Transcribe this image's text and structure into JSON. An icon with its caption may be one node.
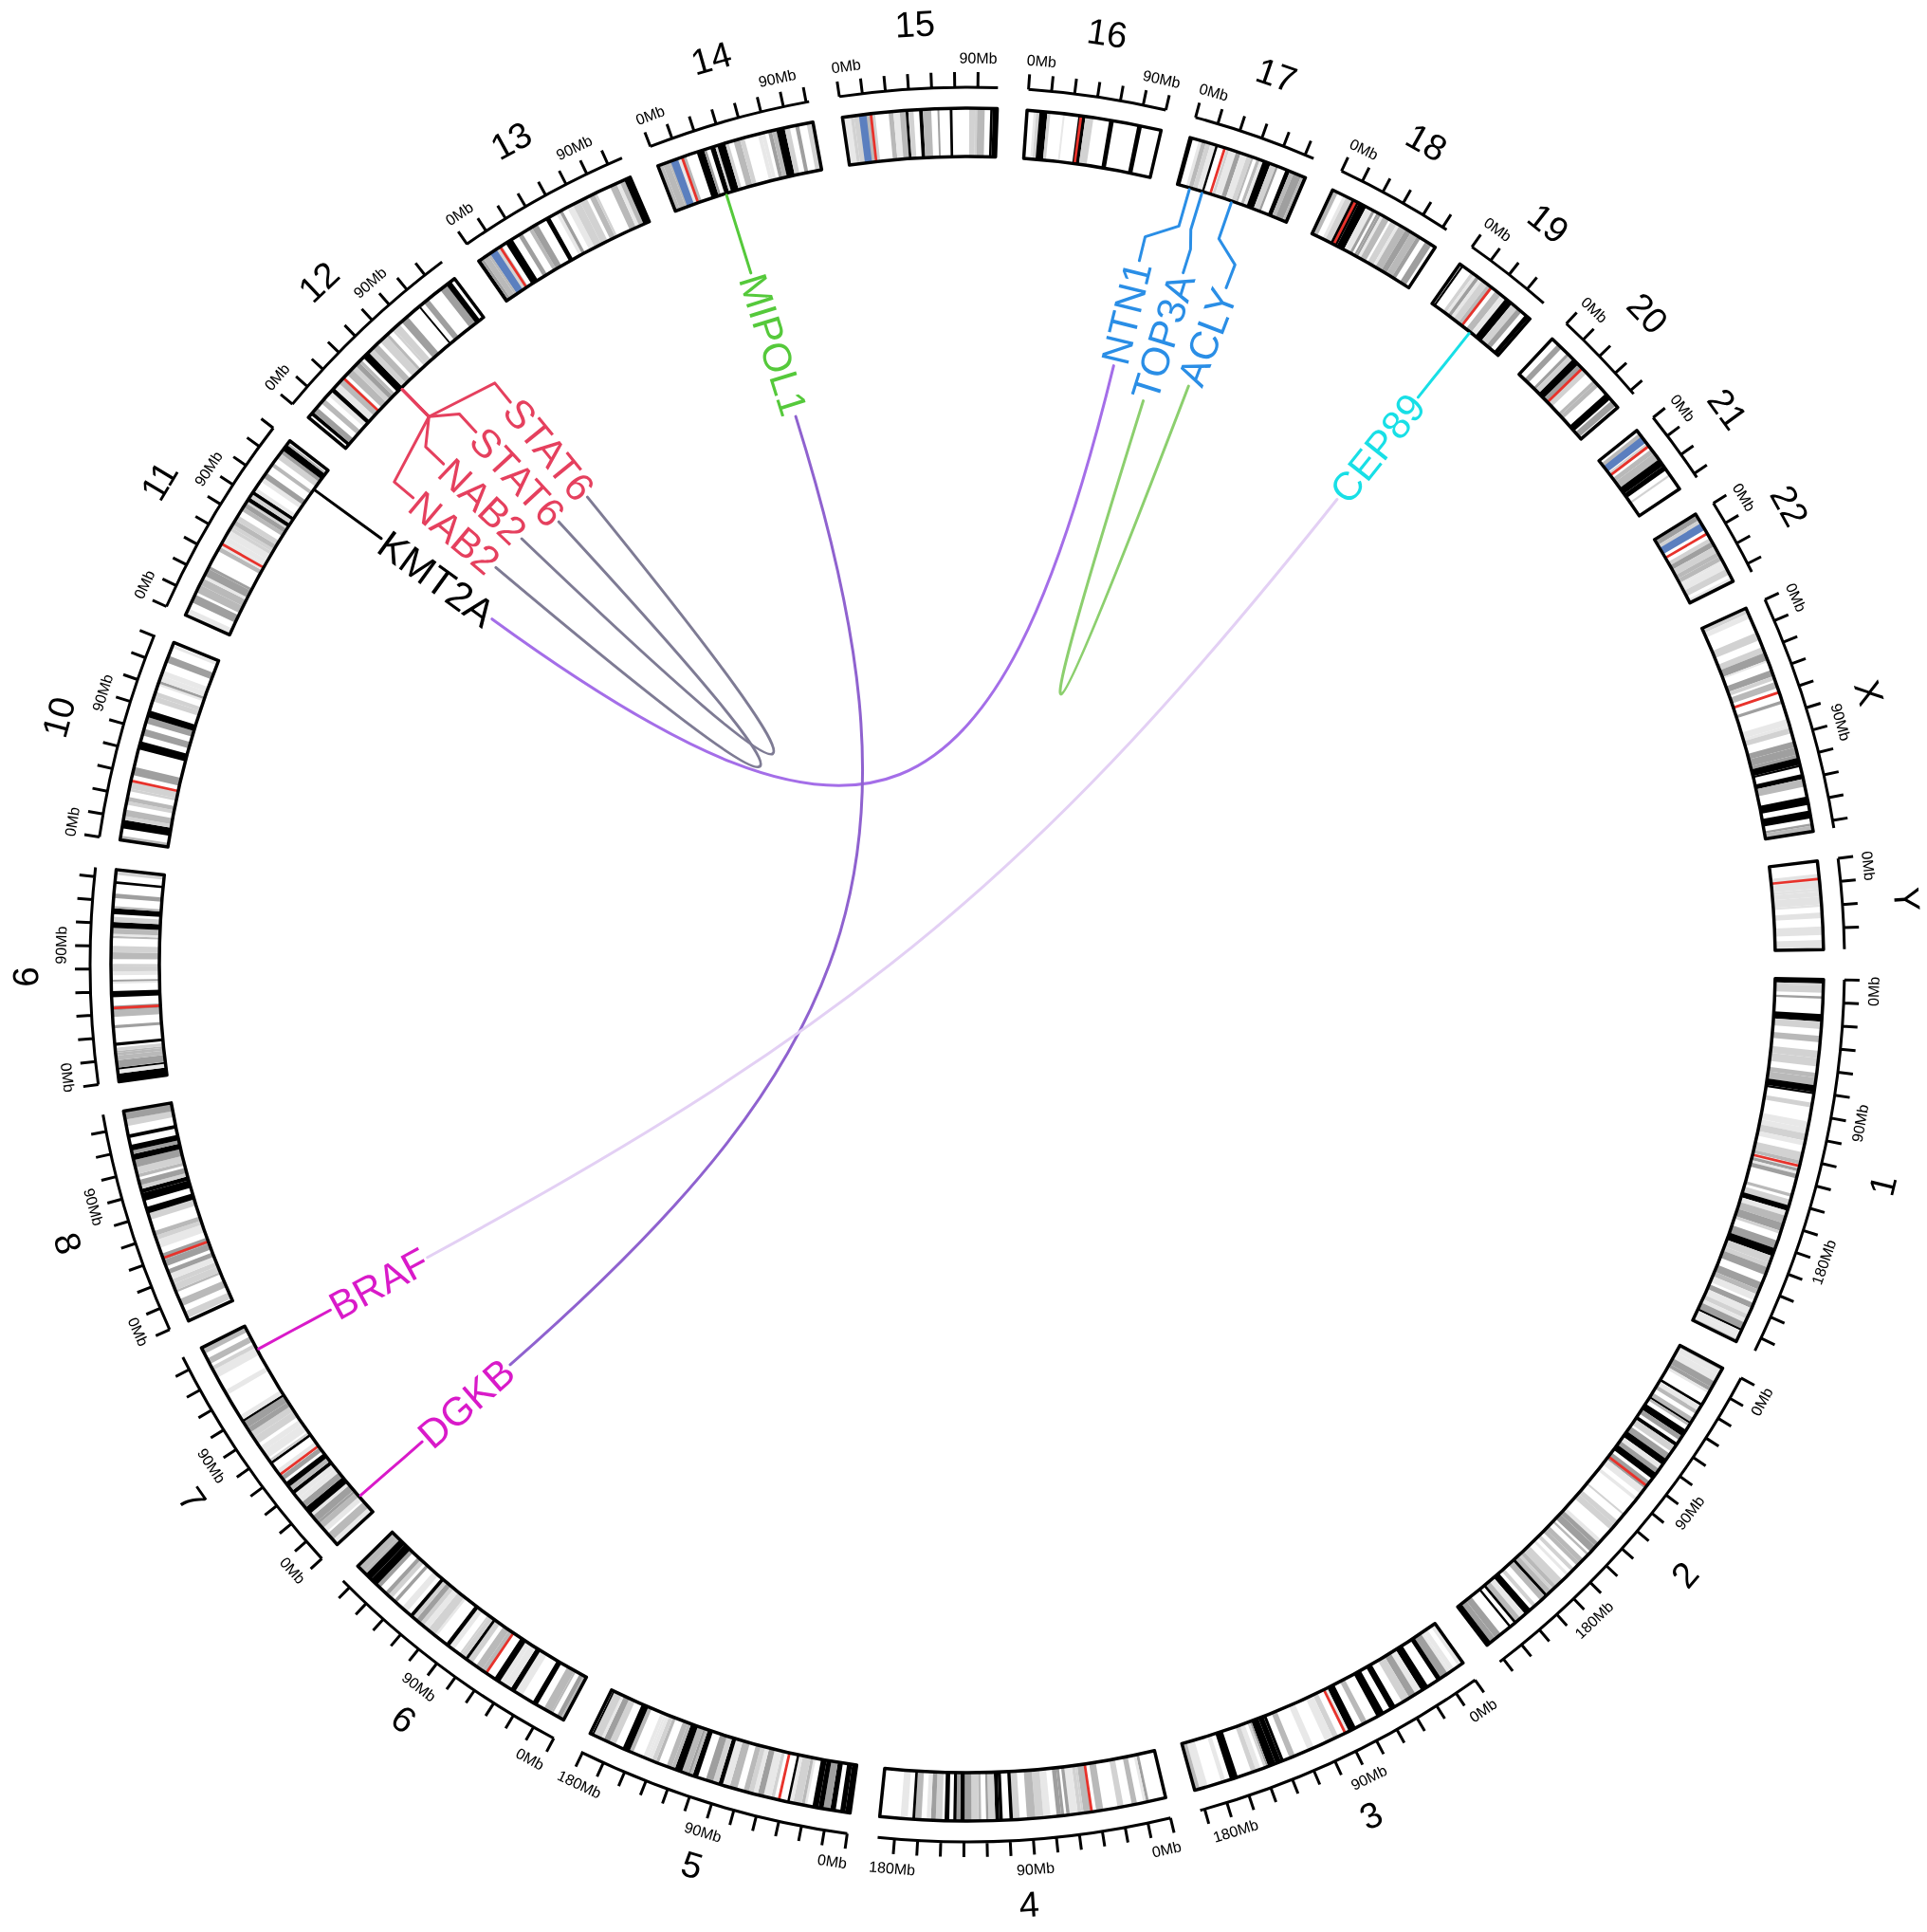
{
  "diagram": {
    "nodes": [
      {
        "text": [
          "STAT6"
        ]
      },
      {
        "text": [
          "STAT6"
        ]
      },
      {
        "text": [
          "NAB2"
        ]
      },
      {
        "text": [
          "NAB2"
        ]
      },
      {
        "text": [
          "KMT2A"
        ]
      },
      {
        "text": [
          "MIPOL1"
        ]
      },
      {
        "text": [
          "NTN1"
        ]
      },
      {
        "text": [
          "TOP3A"
        ]
      },
      {
        "text": [
          "ACLY"
        ]
      },
      {
        "text": [
          "CEP89"
        ]
      },
      {
        "text": [
          "BRAF"
        ]
      },
      {
        "text": [
          "DGKB"
        ]
      },
      {
        "text": [
          "1"
        ],
        "beside": [
          "0Mb",
          "90Mb",
          "180Mb"
        ]
      },
      {
        "text": [
          "2"
        ],
        "beside": [
          "0Mb",
          "90Mb",
          "180Mb"
        ]
      },
      {
        "text": [
          "3"
        ],
        "beside": [
          "0Mb",
          "90Mb",
          "180Mb"
        ]
      },
      {
        "text": [
          "4"
        ],
        "beside": [
          "0Mb",
          "90Mb",
          "180Mb"
        ]
      },
      {
        "text": [
          "5"
        ],
        "beside": [
          "0Mb",
          "90Mb",
          "180Mb"
        ]
      },
      {
        "text": [
          "6"
        ],
        "beside": [
          "0Mb",
          "90Mb"
        ]
      },
      {
        "text": [
          "7"
        ],
        "beside": [
          "0Mb",
          "90Mb"
        ]
      },
      {
        "text": [
          "8"
        ],
        "beside": [
          "0Mb",
          "90Mb"
        ]
      },
      {
        "text": [
          "9"
        ],
        "beside": [
          "0Mb",
          "90Mb"
        ]
      },
      {
        "text": [
          "10"
        ],
        "beside": [
          "0Mb",
          "90Mb"
        ]
      },
      {
        "text": [
          "11"
        ],
        "beside": [
          "0Mb",
          "90Mb"
        ]
      },
      {
        "text": [
          "12"
        ],
        "beside": [
          "0Mb",
          "90Mb"
        ]
      },
      {
        "text": [
          "13"
        ],
        "beside": [
          "0Mb",
          "90Mb"
        ]
      },
      {
        "text": [
          "14"
        ],
        "beside": [
          "0Mb",
          "90Mb"
        ]
      },
      {
        "text": [
          "15"
        ],
        "beside": [
          "0Mb",
          "90Mb"
        ]
      },
      {
        "text": [
          "16"
        ],
        "beside": [
          "0Mb",
          "90Mb"
        ]
      },
      {
        "text": [
          "17"
        ],
        "beside": [
          "0Mb"
        ]
      },
      {
        "text": [
          "18"
        ],
        "beside": [
          "0Mb"
        ]
      },
      {
        "text": [
          "19"
        ],
        "beside": [
          "0Mb"
        ]
      },
      {
        "text": [
          "20"
        ],
        "beside": [
          "0Mb"
        ]
      },
      {
        "text": [
          "21"
        ],
        "beside": [
          "0Mb"
        ]
      },
      {
        "text": [
          "22"
        ],
        "beside": [
          "0Mb"
        ]
      },
      {
        "text": [
          "X"
        ],
        "beside": [
          "0Mb",
          "90Mb"
        ]
      },
      {
        "text": [
          "Y"
        ],
        "beside": [
          "0Mb"
        ]
      }
    ],
    "edges": [
      {
        "from": 0,
        "to": 2,
        "arrow": "none",
        "color": "#7e7b94"
      },
      {
        "from": 1,
        "to": 3,
        "arrow": "none",
        "color": "#7e7b94"
      },
      {
        "from": 4,
        "to": 6,
        "arrow": "none",
        "color": "#a46ee8"
      },
      {
        "from": 5,
        "to": 11,
        "arrow": "none",
        "color": "#8f62cf"
      },
      {
        "from": 7,
        "to": 8,
        "arrow": "none",
        "color": "#8ccf6e"
      },
      {
        "from": 9,
        "to": 10,
        "arrow": "none",
        "color": "#e3d0f4"
      },
      {
        "from": 0,
        "to": 23,
        "arrow": "none",
        "color": "#e5405e"
      },
      {
        "from": 1,
        "to": 23,
        "arrow": "none",
        "color": "#e5405e"
      },
      {
        "from": 2,
        "to": 23,
        "arrow": "none",
        "color": "#e5405e"
      },
      {
        "from": 3,
        "to": 23,
        "arrow": "none",
        "color": "#e5405e"
      },
      {
        "from": 4,
        "to": 22,
        "arrow": "none",
        "color": "#000000"
      },
      {
        "from": 5,
        "to": 25,
        "arrow": "none",
        "color": "#55c93b"
      },
      {
        "from": 6,
        "to": 28,
        "arrow": "none",
        "color": "#2a8ee6"
      },
      {
        "from": 7,
        "to": 28,
        "arrow": "none",
        "color": "#2a8ee6"
      },
      {
        "from": 8,
        "to": 28,
        "arrow": "none",
        "color": "#2a8ee6"
      },
      {
        "from": 9,
        "to": 30,
        "arrow": "none",
        "color": "#18dfe6"
      },
      {
        "from": 10,
        "to": 18,
        "arrow": "none",
        "color": "#d91ac9"
      },
      {
        "from": 11,
        "to": 18,
        "arrow": "none",
        "color": "#d91ac9"
      }
    ]
  }
}
